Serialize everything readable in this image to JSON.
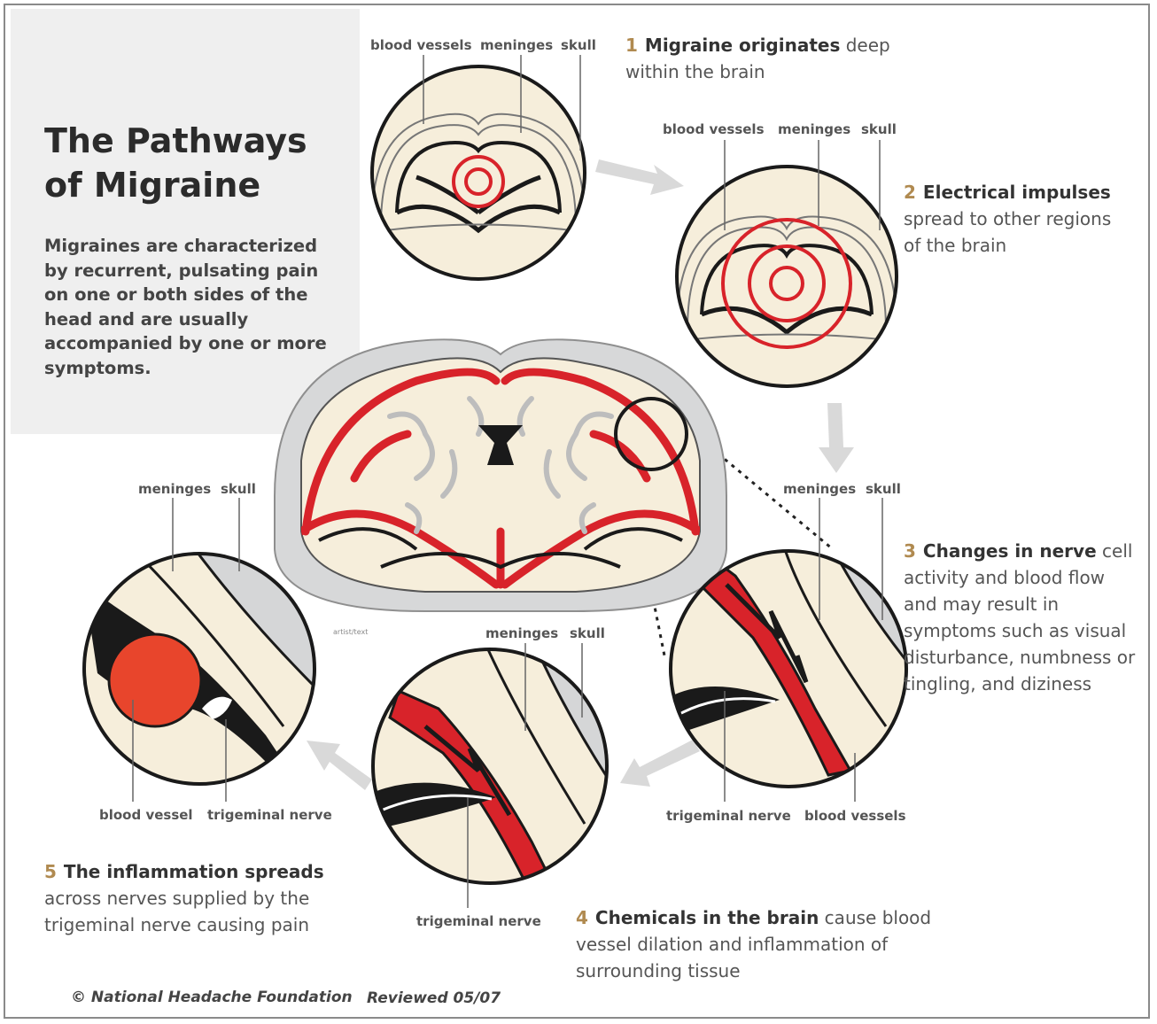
{
  "title": {
    "line1": "The Pathways",
    "line2": "of Migraine"
  },
  "intro": "Migraines are characterized by recurrent, pulsating pain on one or both sides of the head and are usually accompanied by one or more symptoms.",
  "labels": {
    "blood_vessels": "blood vessels",
    "meninges": "meninges",
    "skull": "skull",
    "blood_vessel": "blood vessel",
    "trigeminal_nerve": "trigeminal nerve",
    "artist": "artist/text"
  },
  "steps": [
    {
      "num": "1",
      "lead": "Migraine originates",
      "rest": " deep within the brain"
    },
    {
      "num": "2",
      "lead": "Electrical impulses",
      "rest": " spread to other regions of the brain"
    },
    {
      "num": "3",
      "lead": "Changes in nerve",
      "rest": " cell activity and blood flow and may result in symptoms such as visual disturbance, numbness or tingling, and diziness"
    },
    {
      "num": "4",
      "lead": "Chemicals in the brain",
      "rest": " cause blood vessel dilation and inflammation of surrounding tissue"
    },
    {
      "num": "5",
      "lead": "The inflammation spreads",
      "rest": " across nerves supplied by the trigeminal nerve causing pain"
    }
  ],
  "credit": "© National Headache Foundation",
  "reviewed": "Reviewed 05/07",
  "colors": {
    "red": "#d8232a",
    "cream": "#f6eedb",
    "grey": "#d5d6d7",
    "ink": "#1a1a1a",
    "arrow": "#d9d9d9",
    "panel": "#efefef"
  }
}
